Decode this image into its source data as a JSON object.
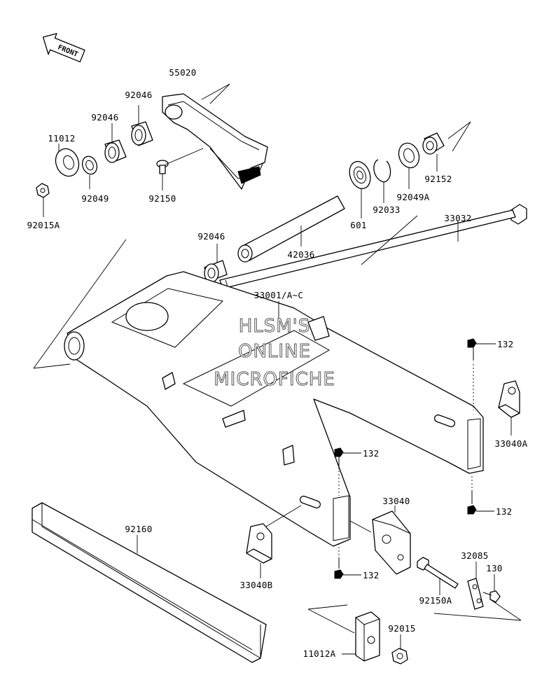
{
  "front_arrow": {
    "text": "FRONT"
  },
  "watermark": {
    "line1": "HLSM'S",
    "line2": "ONLINE",
    "line3": "MICROFICHE"
  },
  "labels": {
    "p55020": "55020",
    "p92046a": "92046",
    "p92046b": "92046",
    "p11012": "11012",
    "p92049": "92049",
    "p92015a": "92015A",
    "p92150": "92150",
    "p92046c": "92046",
    "p42036": "42036",
    "p601": "601",
    "p92033": "92033",
    "p92049a": "92049A",
    "p92152": "92152",
    "p33032": "33032",
    "p33001": "33001/A~C",
    "p132a": "132",
    "p33040a": "33040A",
    "p132b": "132",
    "p132c": "132",
    "p132d": "132",
    "p33040": "33040",
    "p92160": "92160",
    "p33040b": "33040B",
    "p32085": "32085",
    "p130": "130",
    "p92150a": "92150A",
    "p92015": "92015",
    "p11012a": "11012A"
  }
}
